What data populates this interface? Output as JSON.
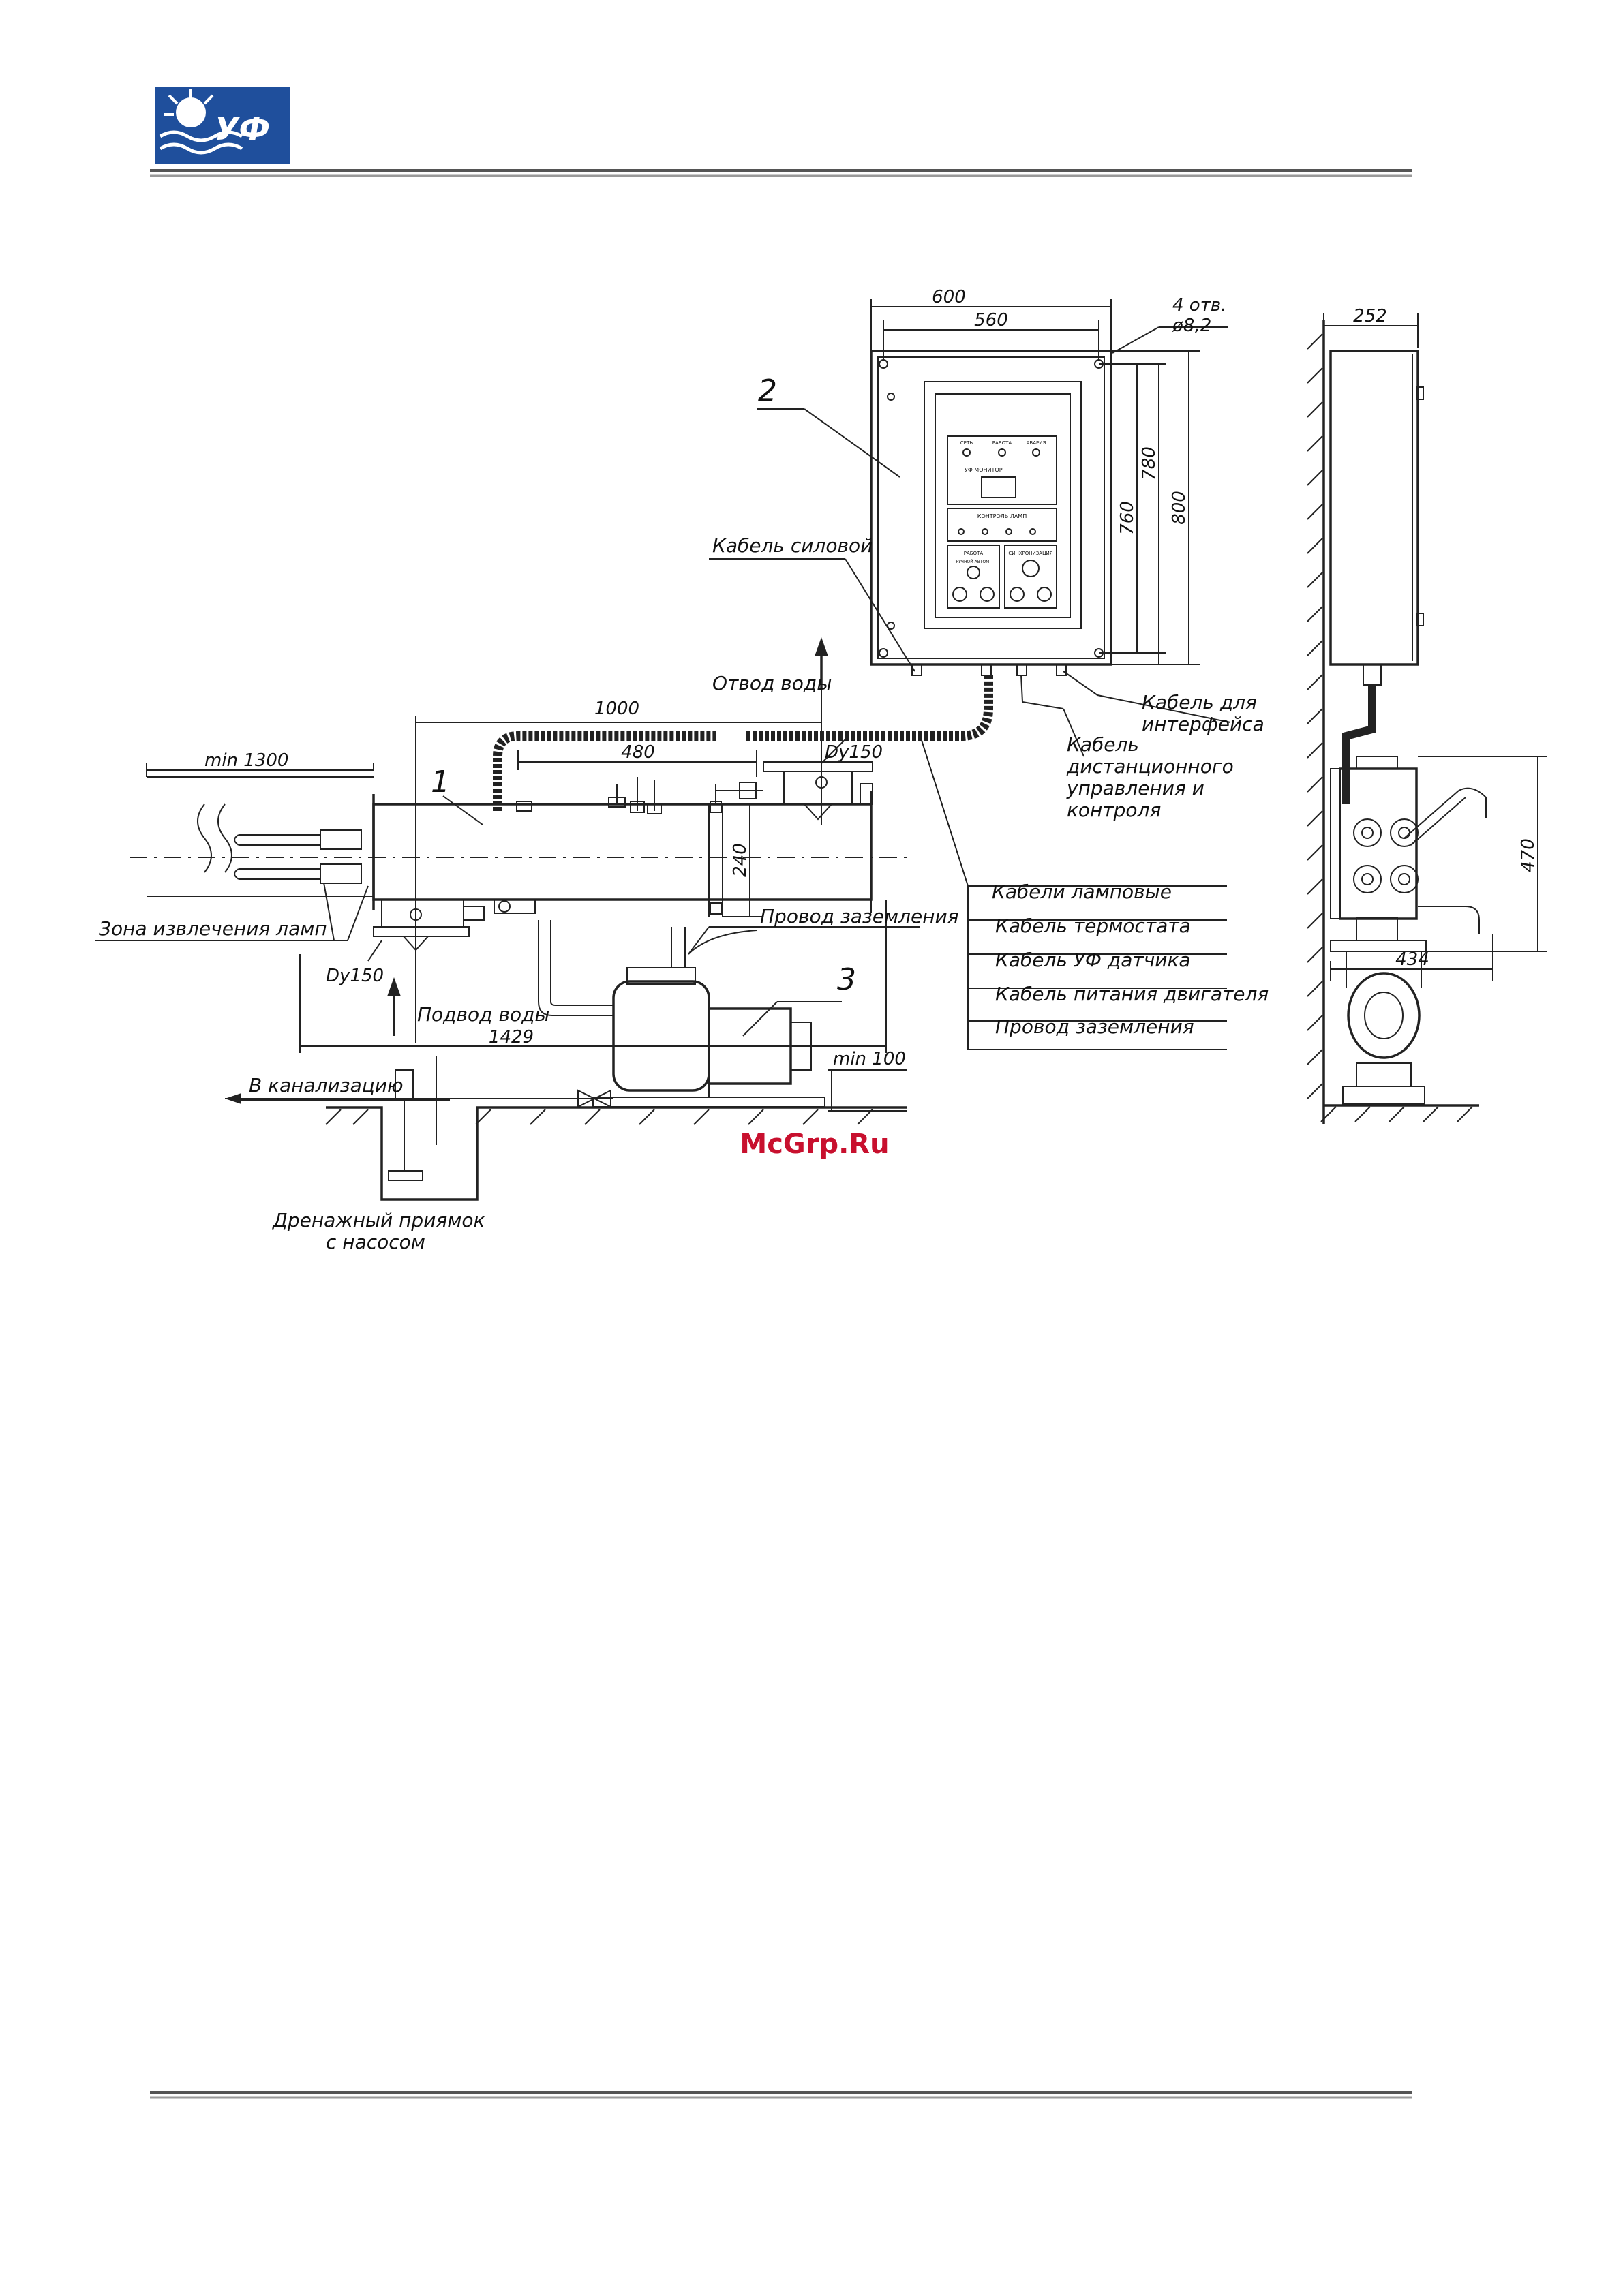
{
  "logo": {
    "text": "УФ",
    "colors": {
      "bg": "#1f4f9c",
      "sun": "#ffffff"
    }
  },
  "watermark": "McGrp.Ru",
  "dimensions": {
    "d600": "600",
    "d560": "560",
    "holes_line1": "4 отв.",
    "holes_line2": "ø8,2",
    "d760": "760",
    "d780": "780",
    "d800": "800",
    "d252": "252",
    "d1000": "1000",
    "d480": "480",
    "d240": "240",
    "min1300": "min 1300",
    "d1429": "1429",
    "min100": "min 100",
    "d470": "470",
    "d434": "434",
    "dy150_top": "Dy150",
    "dy150_left": "Dy150"
  },
  "positions": {
    "p1": "1",
    "p2": "2",
    "p3": "3"
  },
  "labels": {
    "power_cable": "Кабель силовой",
    "water_out": "Отвод воды",
    "water_in": "Подвод воды",
    "interface_cable_1": "Кабель для",
    "interface_cable_2": "интерфейса",
    "remote_1": "Кабель",
    "remote_2": "дистанционного",
    "remote_3": "управления и",
    "remote_4": "контроля",
    "ground_wire_top": "Провод заземления",
    "lamp_zone": "Зона извлечения ламп",
    "to_sewer": "В канализацию",
    "drain_1": "Дренажный приямок",
    "drain_2": "с насосом"
  },
  "cable_list": [
    "Кабели ламповые",
    "Кабель термостата",
    "Кабель УФ датчика",
    "Кабель питания двигателя",
    "Провод заземления"
  ],
  "panel": {
    "indicators": [
      "СЕТЬ",
      "РАБОТА",
      "АВАРИЯ"
    ],
    "display_title": "УФ МОНИТОР",
    "lamp_control": "КОНТРОЛЬ ЛАМП",
    "mode_label": "РАБОТА",
    "mode_sub": "РУЧНОЙ АВТОМ.",
    "sync_label": "СИНХРОНИЗАЦИЯ"
  }
}
